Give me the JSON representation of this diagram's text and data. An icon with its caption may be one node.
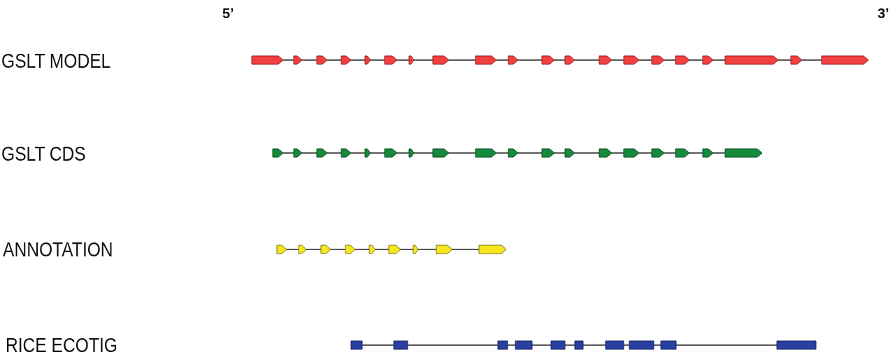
{
  "diagram": {
    "labels": [
      "5’",
      "3’",
      "GSLT MODEL",
      "GSLT CDS",
      "ANNOTATION",
      "RICE ECOTIG"
    ]
  }
}
